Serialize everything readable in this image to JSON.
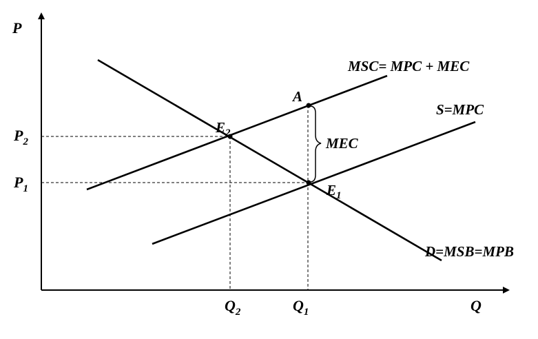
{
  "axes": {
    "y_label": "P",
    "x_label": "Q"
  },
  "curves": {
    "msc": "MSC= MPC + MEC",
    "supply": "S=MPC",
    "demand": "D=MSB=MPB"
  },
  "points": {
    "a": "A",
    "e2_letter": "E",
    "e2_sub": "2",
    "e1_letter": "E",
    "e1_sub": "1"
  },
  "gap_label": "MEC",
  "price_levels": {
    "p2_letter": "P",
    "p2_sub": "2",
    "p1_letter": "P",
    "p1_sub": "1"
  },
  "quantity_levels": {
    "q2_letter": "Q",
    "q2_sub": "2",
    "q1_letter": "Q",
    "q1_sub": "1"
  }
}
